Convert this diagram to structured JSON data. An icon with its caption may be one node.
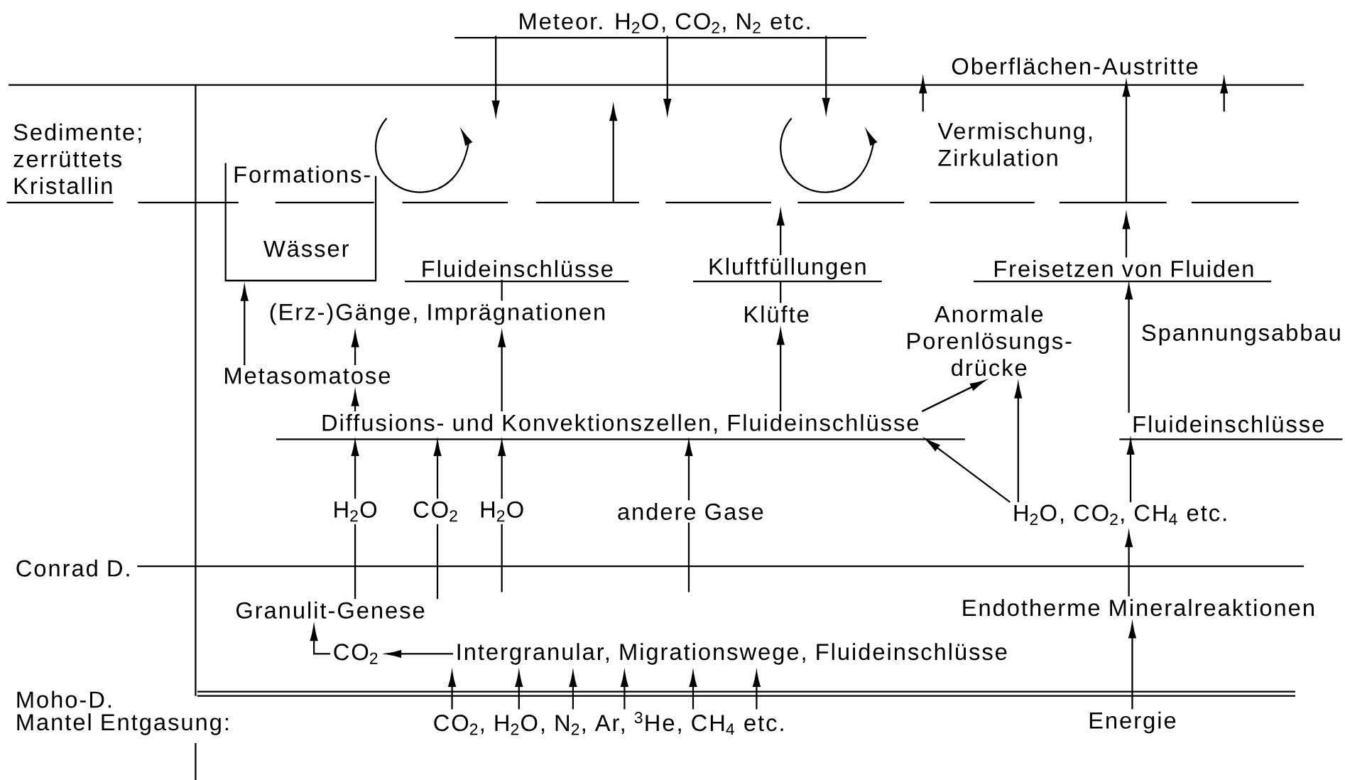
{
  "diagram": {
    "nodes": [
      {
        "text": [
          "Meteor. H$_{2}$O, CO$_{2}$, N$_{2}$ etc."
        ]
      },
      {
        "text": [
          "Oberflächen-Austritte"
        ]
      },
      {
        "text": [
          "Formations-",
          "Wässer"
        ]
      },
      {
        "text": [
          "Fluideinschlüsse"
        ]
      },
      {
        "text": [
          "Kluftfüllungen"
        ]
      },
      {
        "text": [
          "Freisetzen von Fluiden"
        ]
      },
      {
        "text": [
          "(Erz-)Gänge, Imprägnationen"
        ]
      },
      {
        "text": [
          "Klüfte"
        ]
      },
      {
        "text": [
          "Anormale Porenlösungs- drücke"
        ]
      },
      {
        "text": [
          "Spannungsabbau"
        ]
      },
      {
        "text": [
          "Metasomatose"
        ]
      },
      {
        "text": [
          "Diffusions- und Konvektionszellen, Fluideinschlüsse"
        ]
      },
      {
        "text": [
          "Fluideinschlüsse"
        ]
      },
      {
        "text": [
          "H$_{2}$O"
        ]
      },
      {
        "text": [
          "CO$_{2}$"
        ]
      },
      {
        "text": [
          "H$_{2}$O"
        ]
      },
      {
        "text": [
          "andere Gase"
        ]
      },
      {
        "text": [
          "H$_{2}$O, CO$_{2}$, CH$_{4}$ etc."
        ]
      },
      {
        "text": [
          "Granulit-Genese"
        ]
      },
      {
        "text": [
          "Endotherme Mineralreaktionen"
        ]
      },
      {
        "text": [
          "CO$_{2}$"
        ]
      },
      {
        "text": [
          "Intergranular, Migrationswege, Fluideinschlüsse"
        ]
      },
      {
        "text": [
          "CO$_{2}$, H$_{2}$O, N$_{2}$, Ar, $^{3}$He, CH$_{4}$ etc."
        ]
      },
      {
        "text": [
          "Energie"
        ]
      }
    ],
    "edges": [
      {
        "from": 0,
        "to": null,
        "arrow": "to"
      },
      {
        "from": 0,
        "to": null,
        "arrow": "to"
      },
      {
        "from": 0,
        "to": null,
        "arrow": "to"
      },
      {
        "from": 5,
        "to": null,
        "arrow": "to"
      },
      {
        "from": null,
        "to": 1,
        "arrow": "to"
      },
      {
        "from": 4,
        "to": null,
        "arrow": "to"
      },
      {
        "from": 3,
        "to": 6,
        "arrow": "none"
      },
      {
        "from": 4,
        "to": 7,
        "arrow": "none"
      },
      {
        "from": 10,
        "to": 2,
        "arrow": "to"
      },
      {
        "from": 10,
        "to": 6,
        "arrow": "to"
      },
      {
        "from": 11,
        "to": 10,
        "arrow": "to"
      },
      {
        "from": 11,
        "to": 6,
        "arrow": "to"
      },
      {
        "from": 11,
        "to": 7,
        "arrow": "to"
      },
      {
        "from": 11,
        "to": 8,
        "arrow": "to"
      },
      {
        "from": 17,
        "to": 11,
        "arrow": "to"
      },
      {
        "from": 17,
        "to": 8,
        "arrow": "to"
      },
      {
        "from": 12,
        "to": 5,
        "arrow": "to"
      },
      {
        "from": 17,
        "to": 12,
        "arrow": "to"
      },
      {
        "from": 13,
        "to": 11,
        "arrow": "to"
      },
      {
        "from": 14,
        "to": 11,
        "arrow": "to"
      },
      {
        "from": 15,
        "to": 11,
        "arrow": "to"
      },
      {
        "from": 16,
        "to": 11,
        "arrow": "to"
      },
      {
        "from": 18,
        "to": 13,
        "arrow": "none"
      },
      {
        "from": 18,
        "to": 14,
        "arrow": "none"
      },
      {
        "from": null,
        "to": 15,
        "arrow": "none"
      },
      {
        "from": null,
        "to": 16,
        "arrow": "none"
      },
      {
        "from": 19,
        "to": 17,
        "arrow": "to"
      },
      {
        "from": 23,
        "to": 19,
        "arrow": "to"
      },
      {
        "from": 20,
        "to": 18,
        "arrow": "to"
      },
      {
        "from": 21,
        "to": 20,
        "arrow": "to"
      },
      {
        "from": 22,
        "to": 21,
        "arrow": "to"
      },
      {
        "from": 22,
        "to": 21,
        "arrow": "to"
      },
      {
        "from": 22,
        "to": 21,
        "arrow": "to"
      },
      {
        "from": 22,
        "to": 21,
        "arrow": "to"
      },
      {
        "from": 22,
        "to": 21,
        "arrow": "to"
      },
      {
        "from": 22,
        "to": 21,
        "arrow": "to"
      }
    ],
    "labels": [
      "Sedimente; zerrüttets Kristallin",
      "Vermischung, Zirkulation",
      "Conrad D.",
      "Moho-D.",
      "Mantel Entgasung:"
    ]
  }
}
